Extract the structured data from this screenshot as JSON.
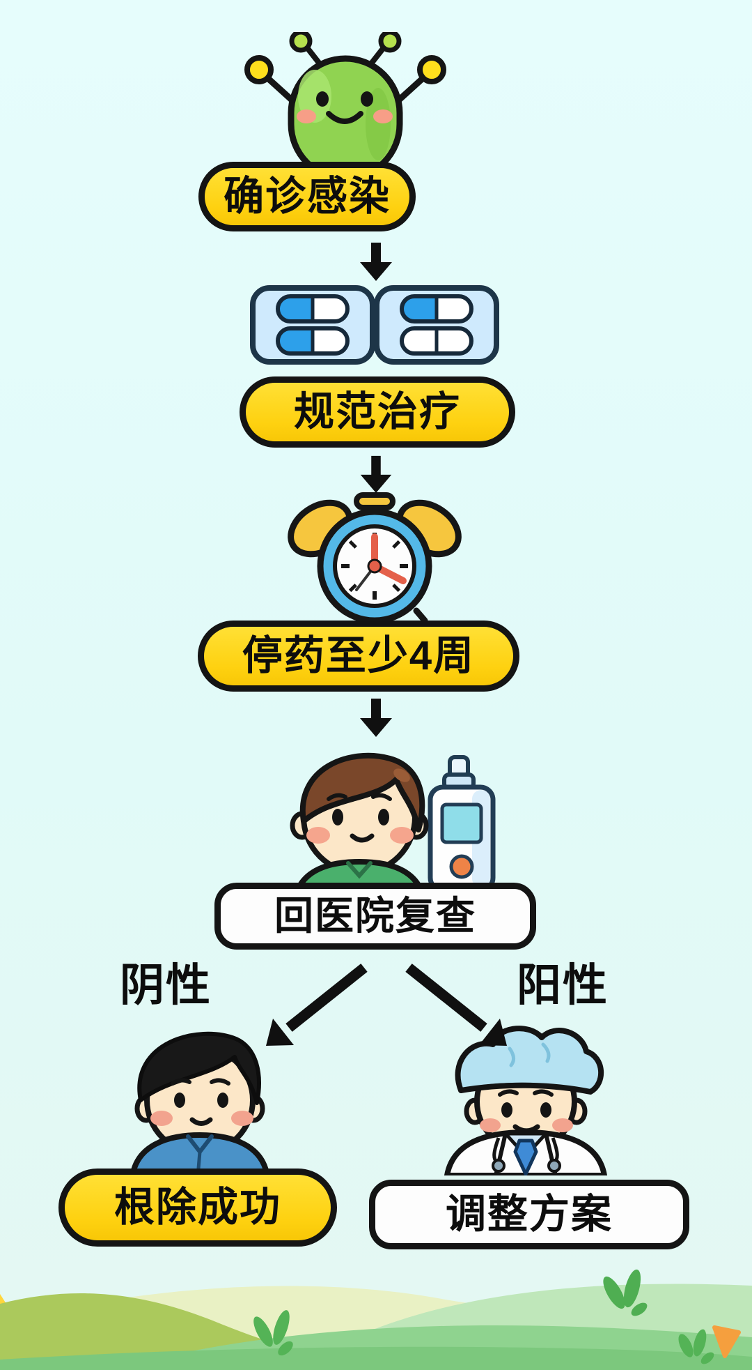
{
  "poster": {
    "title_context": "流程图",
    "steps": [
      {
        "label": "确诊感染",
        "icon": "germ-icon",
        "badge_style": "yellow"
      },
      {
        "label": "规范治疗",
        "icon": "pill-blister-icon",
        "badge_style": "yellow"
      },
      {
        "label": "停药至少4周",
        "icon": "alarm-clock-icon",
        "badge_style": "yellow"
      },
      {
        "label": "回医院复查",
        "icon": "patient-breath-test-icon",
        "badge_style": "white"
      }
    ],
    "branches": {
      "negative": {
        "condition": "阴性",
        "result": "根除成功",
        "icon": "recovered-person-icon",
        "badge_style": "yellow"
      },
      "positive": {
        "condition": "阳性",
        "result": "调整方案",
        "icon": "doctor-icon",
        "badge_style": "white"
      }
    },
    "connector": "down-arrow-icon",
    "colors": {
      "background": "#E1FAF8",
      "badge_yellow": "#FED110",
      "badge_white": "#FDFDFD",
      "outline_black": "#141414",
      "germ_green": "#90D351",
      "capsule_blue": "#2DA0EA",
      "blister_blue": "#CFEAFD",
      "clock_ring_blue": "#54B9E8",
      "clock_bell_yellow": "#F6C63E",
      "clock_hand_red": "#E4604A",
      "skin": "#FCE7C8",
      "boy_hair_brown": "#7A472A",
      "boy_shirt_green": "#4AB06C",
      "man_hair_black": "#181818",
      "man_shirt_blue": "#4A92C8",
      "doctor_cap_blue": "#B5E2F2",
      "doctor_tie_blue": "#3F8BD6",
      "device_screen_teal": "#8FDDE9",
      "device_button_orange": "#EF8347",
      "hill_front_green": "#8FD38F",
      "hill_yellow": "#FFD63C",
      "sprout_green": "#54B356",
      "carrot_orange": "#F59F3E"
    }
  }
}
